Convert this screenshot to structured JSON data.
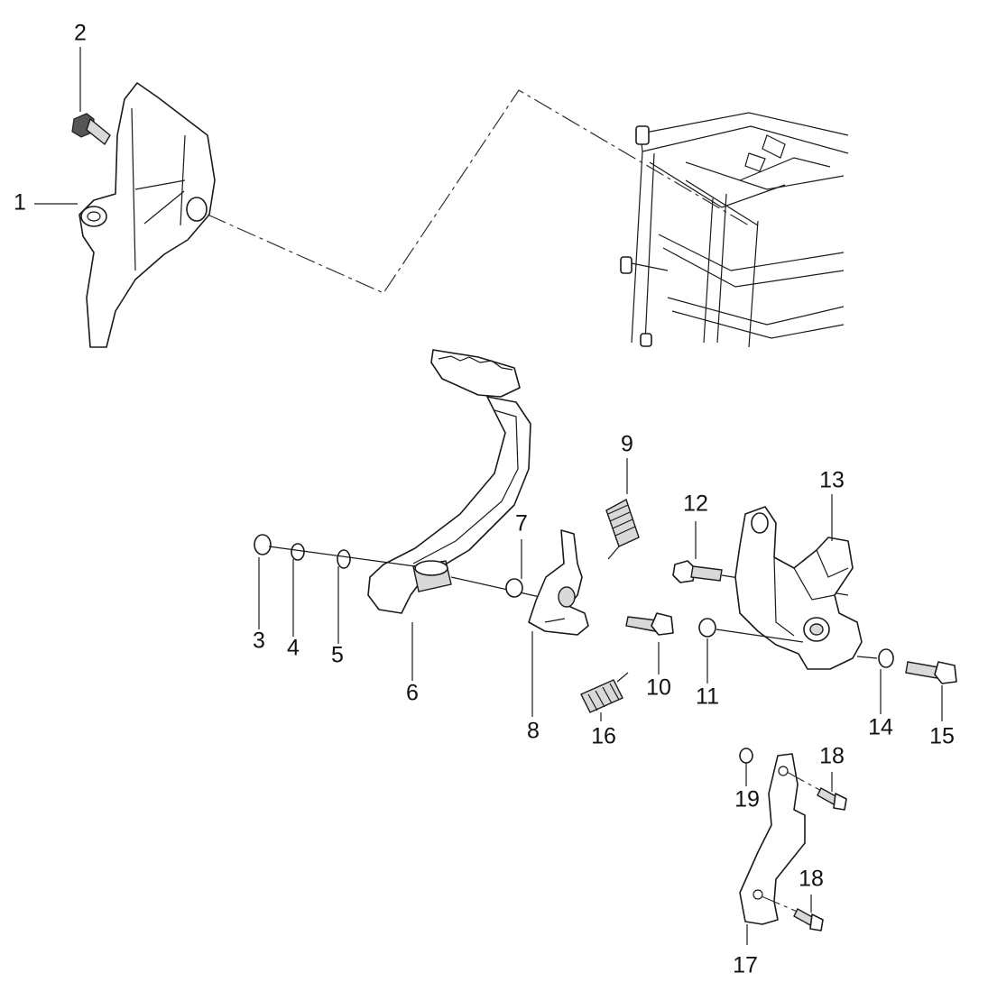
{
  "callouts": [
    {
      "id": "1",
      "text": "1"
    },
    {
      "id": "2",
      "text": "2"
    },
    {
      "id": "3",
      "text": "3"
    },
    {
      "id": "4",
      "text": "4"
    },
    {
      "id": "5",
      "text": "5"
    },
    {
      "id": "6",
      "text": "6"
    },
    {
      "id": "7",
      "text": "7"
    },
    {
      "id": "8",
      "text": "8"
    },
    {
      "id": "9",
      "text": "9"
    },
    {
      "id": "10",
      "text": "10"
    },
    {
      "id": "11",
      "text": "11"
    },
    {
      "id": "12",
      "text": "12"
    },
    {
      "id": "13",
      "text": "13"
    },
    {
      "id": "14",
      "text": "14"
    },
    {
      "id": "15",
      "text": "15"
    },
    {
      "id": "16",
      "text": "16"
    },
    {
      "id": "17",
      "text": "17"
    },
    {
      "id": "18a",
      "text": "18"
    },
    {
      "id": "18b",
      "text": "18"
    },
    {
      "id": "19",
      "text": "19"
    }
  ],
  "colors": {
    "line": "#1a1a1a",
    "fill": "#ffffff",
    "shade": "#d9d9d9"
  }
}
